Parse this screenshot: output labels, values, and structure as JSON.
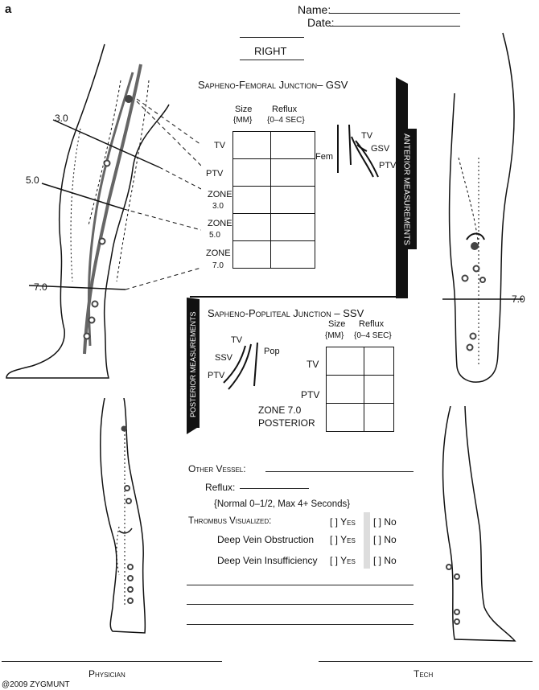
{
  "figure_letter": "a",
  "header": {
    "name_label": "Name:",
    "date_label": "Date:",
    "side_label": "RIGHT"
  },
  "gsv": {
    "title": "Sapheno-Femoral Junction– GSV",
    "col_size": "Size",
    "col_size_unit": "{MM}",
    "col_reflux": "Reflux",
    "col_reflux_unit": "{0–4 SEC}",
    "rows": [
      {
        "label": "TV",
        "sub": ""
      },
      {
        "label": "PTV",
        "sub": ""
      },
      {
        "label": "ZONE",
        "sub": "3.0"
      },
      {
        "label": "ZONE",
        "sub": "5.0"
      },
      {
        "label": "ZONE",
        "sub": "7.0"
      }
    ],
    "diagram_labels": {
      "fem": "Fem",
      "tv": "TV",
      "gsv": "GSV",
      "ptv": "PTV"
    }
  },
  "band_anterior": "ANTERIOR MEASUREMENTS",
  "band_posterior": "POSTERIOR MEASUREMENTS",
  "ssv": {
    "title": "Sapheno-Popliteal Junction – SSV",
    "col_size": "Size",
    "col_size_unit": "{MM}",
    "col_reflux": "Reflux",
    "col_reflux_unit": "{0–4 SEC}",
    "rows": [
      "TV",
      "PTV",
      "ZONE 7.0"
    ],
    "posterior_label": "POSTERIOR",
    "diagram_labels": {
      "tv": "TV",
      "pop": "Pop",
      "ssv": "SSV",
      "ptv": "PTV"
    }
  },
  "zones": {
    "z3": "3.0",
    "z5": "5.0",
    "z7_left": "7.0",
    "z7_right": "7.0"
  },
  "form": {
    "other_vessel": "Other Vessel:",
    "reflux": "Reflux:",
    "normal_note": "{Normal 0–1/2, Max 4+ Seconds}",
    "thrombus": "Thrombus Visualized:",
    "dvo": "Deep Vein Obstruction",
    "dvi": "Deep Vein Insufficiency",
    "yes": "[ ] Yes",
    "no": "[ ] No"
  },
  "footer": {
    "physician": "Physician",
    "tech": "Tech",
    "copyright": "@2009 ZYGMUNT"
  }
}
